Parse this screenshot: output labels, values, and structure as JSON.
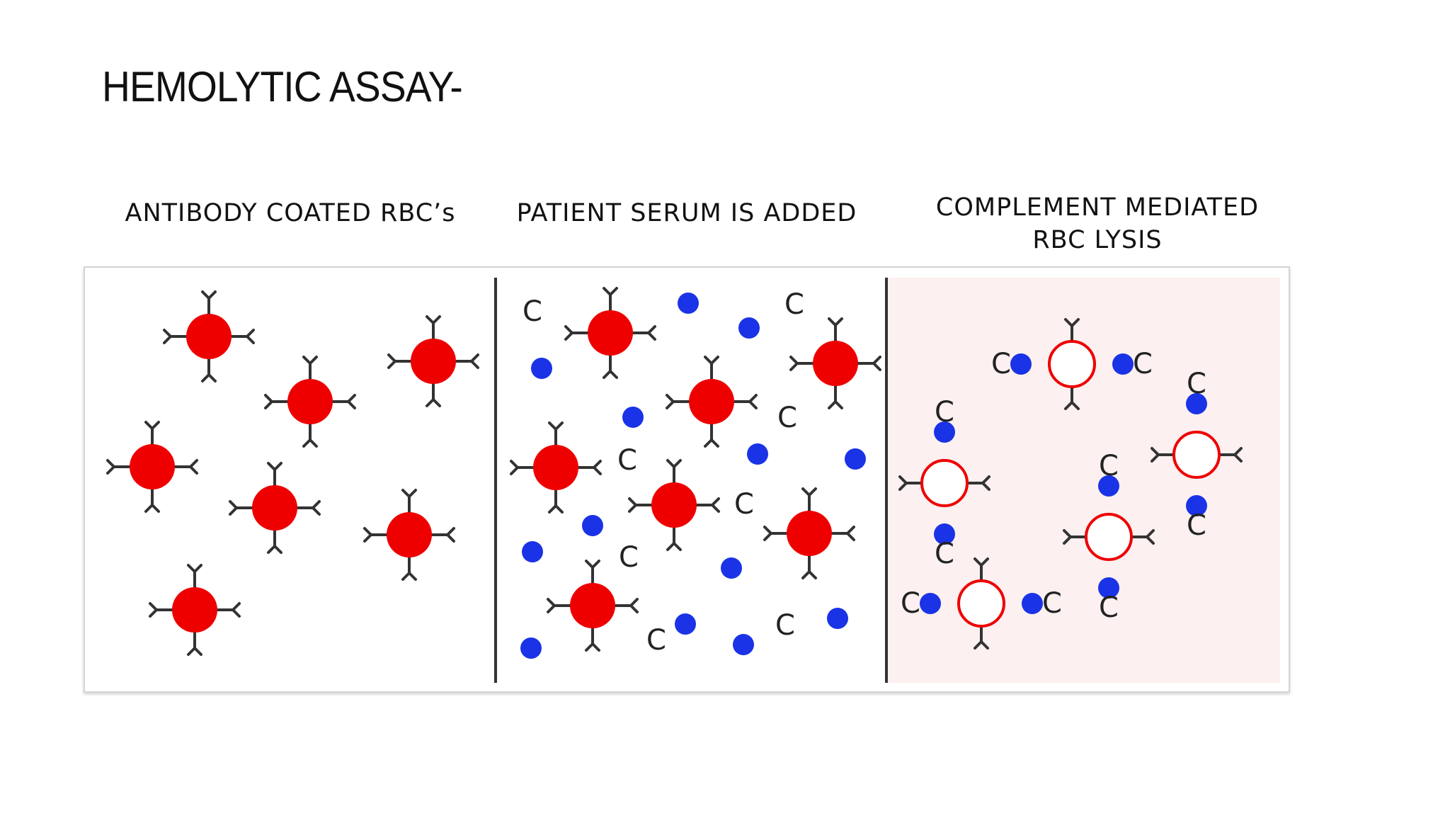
{
  "title": "HEMOLYTIC ASSAY-",
  "panels": [
    {
      "label": "ANTIBODY COATED RBC’s"
    },
    {
      "label": "PATIENT SERUM IS ADDED"
    },
    {
      "label": "COMPLEMENT MEDIATED\nRBC LYSIS"
    }
  ],
  "complement_symbol": "C",
  "colors": {
    "rbc": "#ee0000",
    "complement_dot": "#1a33e6",
    "antibody": "#333333",
    "lysis_panel_bg": "#fcf0f0",
    "divider": "#333333"
  }
}
